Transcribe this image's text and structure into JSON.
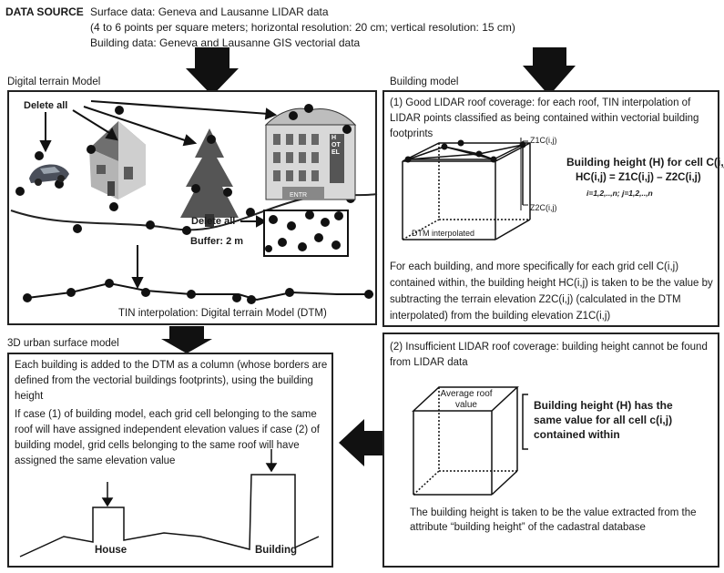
{
  "header": {
    "label": "DATA SOURCE",
    "line1": "Surface data: Geneva and Lausanne LIDAR data",
    "line2": "(4 to 6 points per square meters; horizontal resolution:  20 cm; vertical resolution: 15 cm)",
    "line3": "Building data: Geneva and Lausanne GIS vectorial data"
  },
  "sections": {
    "dtm": "Digital terrain Model",
    "building": "Building model",
    "urban": "3D urban surface model"
  },
  "dtm": {
    "delete_all_1": "Delete all",
    "delete_all_2": "Delete all",
    "buffer": "Buffer: 2 m",
    "tin": "TIN interpolation: Digital terrain Model (DTM)",
    "hotel_sign": "HOTEL",
    "door_sign": "ENTR"
  },
  "building_model": {
    "case1_title": "(1) Good LIDAR roof coverage: for each roof, TIN interpolation of LIDAR points classified as being contained within vectorial building footprints",
    "z1": "Z1C(i,j)",
    "z2": "Z2C(i,j)",
    "height_title": "Building height  (H)  for cell C(i,j)",
    "formula": "HC(i,j) =  Z1C(i,j) – Z2C(i,j)",
    "indices": "i=1,2,..,n; j=1,2,..,n",
    "dtm_interp": "DTM interpolated",
    "case1_text": "For each building, and more specifically for each grid cell C(i,j) contained within, the building height HC(i,j) is taken to be the value by subtracting the terrain elevation Z2C(i,j) (calculated in the DTM interpolated) from the building elevation Z1C(i,j)",
    "case2_title": "(2) Insufficient LIDAR roof coverage: building height cannot be found from LIDAR data",
    "avg_roof": "Average roof value",
    "case2_bold": "Building height (H) has the same value for all cell c(i,j) contained within",
    "case2_text": "The building height is taken to be the value extracted from the attribute “building height” of the cadastral database"
  },
  "urban": {
    "p1": "Each building is added to the DTM as a column (whose borders are defined from the vectorial buildings footprints), using the building height",
    "p2": "If case (1) of building model, each grid cell belonging to the same roof will have assigned independent elevation values if case (2) of building model, grid cells belonging to the same roof will have assigned the same elevation value",
    "house": "House",
    "building": "Building"
  }
}
